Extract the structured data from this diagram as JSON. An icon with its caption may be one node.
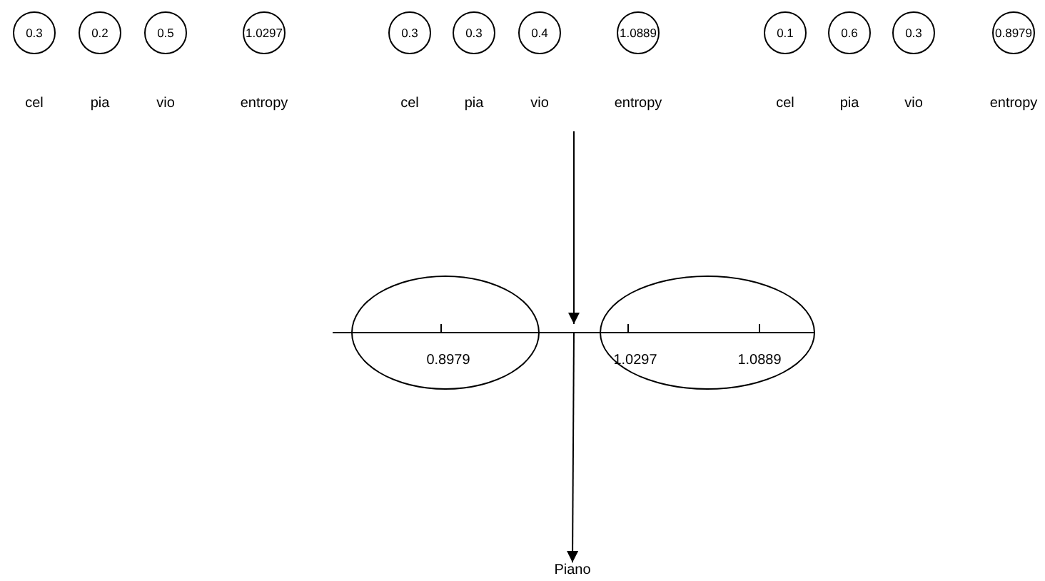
{
  "diagram": {
    "nodes": [
      {
        "text": [
          "0.3"
        ],
        "beside": [
          "cel"
        ]
      },
      {
        "text": [
          "0.2"
        ],
        "beside": [
          "pia"
        ]
      },
      {
        "text": [
          "0.5"
        ],
        "beside": [
          "vio"
        ]
      },
      {
        "text": [
          "1.0297"
        ],
        "beside": [
          "entropy"
        ]
      },
      {
        "text": [
          "0.3"
        ],
        "beside": [
          "cel"
        ]
      },
      {
        "text": [
          "0.3"
        ],
        "beside": [
          "pia"
        ]
      },
      {
        "text": [
          "0.4"
        ],
        "beside": [
          "vio"
        ]
      },
      {
        "text": [
          "1.0889"
        ],
        "beside": [
          "entropy"
        ]
      },
      {
        "text": [
          "0.1"
        ],
        "beside": [
          "cel"
        ]
      },
      {
        "text": [
          "0.6"
        ],
        "beside": [
          "pia"
        ]
      },
      {
        "text": [
          "0.3"
        ],
        "beside": [
          "vio"
        ]
      },
      {
        "text": [
          "0.8979"
        ],
        "beside": [
          "entropy"
        ]
      },
      {
        "text": [],
        "shape": "line"
      },
      {
        "text": [
          "0.8979"
        ]
      },
      {
        "text": [
          "1.0297",
          "1.0889"
        ]
      },
      {
        "text": [
          "Piano"
        ]
      }
    ],
    "edges": [
      {
        "from": null,
        "to": 12,
        "arrow": "to"
      },
      {
        "from": 12,
        "to": 15,
        "arrow": "to"
      }
    ]
  }
}
